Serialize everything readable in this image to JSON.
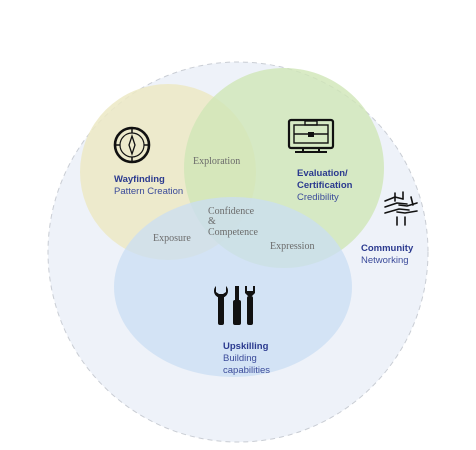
{
  "colors": {
    "outer_fill": "#eef2f9",
    "outer_stroke": "#c9cdd4",
    "wayfinding_fill": "#ece9c4",
    "evaluation_fill": "#cfe6b6",
    "upskilling_fill": "#c9def3",
    "title_text": "#2b3a8f",
    "sub_text": "#3b4b9a",
    "mid_text": "#6b6b6b"
  },
  "wayfinding": {
    "title": "Wayfinding",
    "subtitle": "Pattern Creation",
    "icon": "compass-icon"
  },
  "evaluation": {
    "title_line1": "Evaluation/",
    "title_line2": "Certification",
    "subtitle": "Credibility",
    "icon": "briefcase-icon"
  },
  "community": {
    "title": "Community",
    "subtitle": "Networking",
    "icon": "stacked-hands-icon"
  },
  "upskilling": {
    "title": "Upskilling",
    "subtitle_line1": "Building",
    "subtitle_line2": "capabilities",
    "icon": "tools-icon"
  },
  "overlaps": {
    "exploration": "Exploration",
    "exposure": "Exposure",
    "expression": "Expression",
    "center_line1": "Confidence",
    "center_line2": "&",
    "center_line3": "Competence"
  }
}
